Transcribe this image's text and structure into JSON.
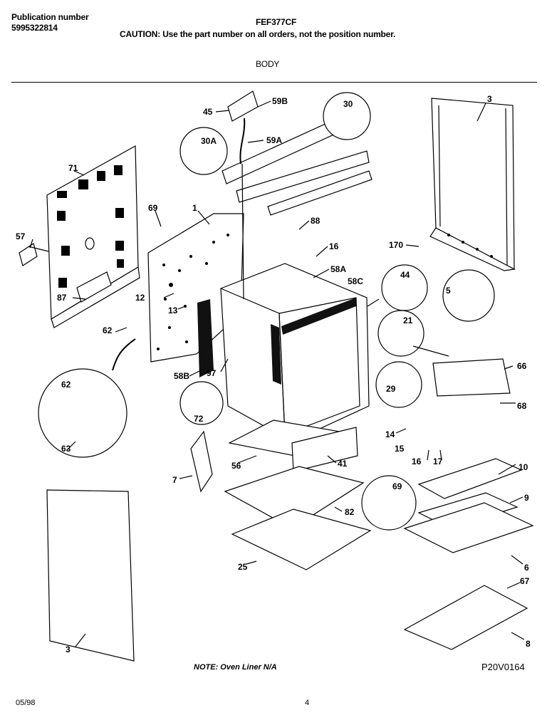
{
  "header": {
    "publication_label": "Publication number",
    "publication_number": "5995322814",
    "model": "FEF377CF",
    "caution": "CAUTION:  Use the part number on all orders, not the position number.",
    "section": "BODY"
  },
  "callouts": [
    "45",
    "59B",
    "30",
    "30A",
    "59A",
    "3",
    "71",
    "1",
    "69",
    "88",
    "57",
    "16",
    "170",
    "58A",
    "44",
    "58C",
    "87",
    "12",
    "5",
    "13",
    "21",
    "62",
    "66",
    "58B",
    "97",
    "29",
    "68",
    "72",
    "62",
    "14",
    "63",
    "15",
    "16",
    "17",
    "7",
    "56",
    "41",
    "10",
    "69",
    "9",
    "82",
    "6",
    "25",
    "67",
    "3",
    "8"
  ],
  "footer": {
    "note": "NOTE:  Oven Liner N/A",
    "figure_id": "P20V0164",
    "date": "05/98",
    "page": "4"
  }
}
